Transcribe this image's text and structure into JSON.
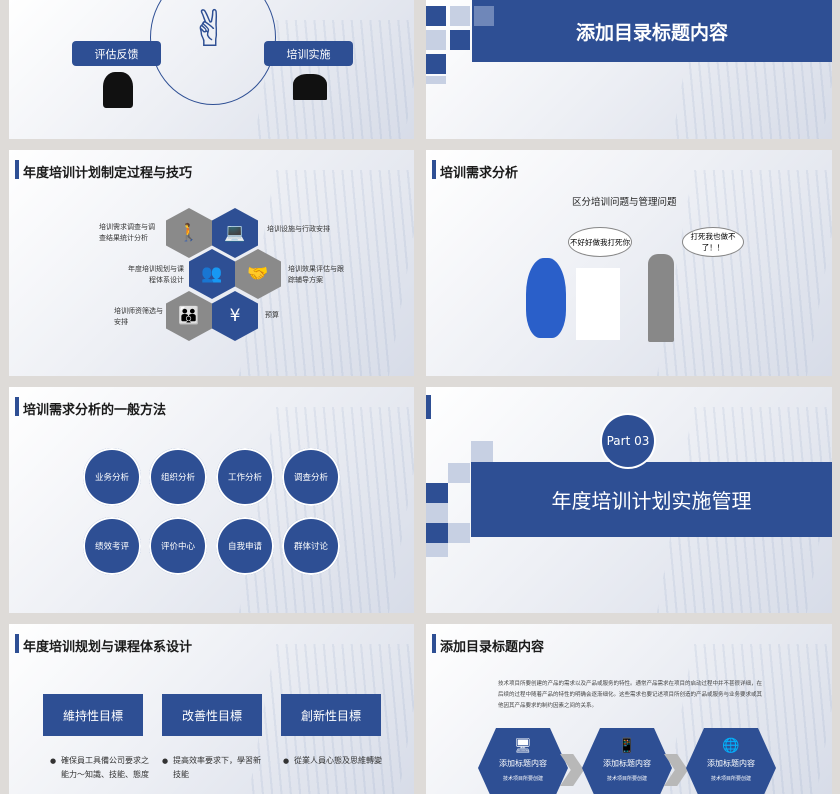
{
  "slides": [
    {
      "labels": [
        "评估反馈",
        "培训实施"
      ]
    },
    {
      "title": "添加目录标题内容"
    },
    {
      "title": "年度培训计划制定过程与技巧",
      "items": [
        "培训需求调查与调查结果统计分析",
        "培训设施与行政安排",
        "年度培训规划与课程体系设计",
        "培训效果评估与跟踪辅导方案",
        "培训师资筛选与安排",
        "预算"
      ]
    },
    {
      "title": "培训需求分析",
      "subtitle": "区分培训问题与管理问题",
      "bubble_left": "不好好做我打死你",
      "bubble_right": "打死我也做不了！！"
    },
    {
      "title": "培训需求分析的一般方法",
      "methods": [
        "业务分析",
        "组织分析",
        "工作分析",
        "调查分析",
        "绩效考评",
        "评价中心",
        "自我申请",
        "群体讨论"
      ]
    },
    {
      "part": "Part 03",
      "title": "年度培训计划实施管理"
    },
    {
      "title": "年度培训规划与课程体系设计",
      "goals": [
        {
          "name": "維持性目標",
          "text": "確保員工具備公司要求之能力～知識、技能、態度"
        },
        {
          "name": "改善性目標",
          "text": "提高效率要求下，學習新技能"
        },
        {
          "name": "創新性目標",
          "text": "從業人員心態及思維轉變"
        }
      ]
    },
    {
      "title": "添加目录标题内容",
      "body": "技术项目所要创建的产品的需求以及产品或服务的特性。通常产品需求在项目的启动过程中并不甚很详细，在后续的过程中随着产品的特性的明确会逐渐细化。这些需求也要记述项目所创造的产品或服务与业务要求或其他因其产品要求的制约因素之间的关系。",
      "steps": [
        {
          "icon": "monitor-icon",
          "title": "添加标题内容",
          "text": "技术项目所要创建"
        },
        {
          "icon": "phone-icon",
          "title": "添加标题内容",
          "text": "技术项目所要创建"
        },
        {
          "icon": "globe-icon",
          "title": "添加标题内容",
          "text": "技术项目所要创建"
        }
      ]
    }
  ],
  "colors": {
    "accent": "#2e4f94",
    "gray": "#8a8a8a"
  }
}
